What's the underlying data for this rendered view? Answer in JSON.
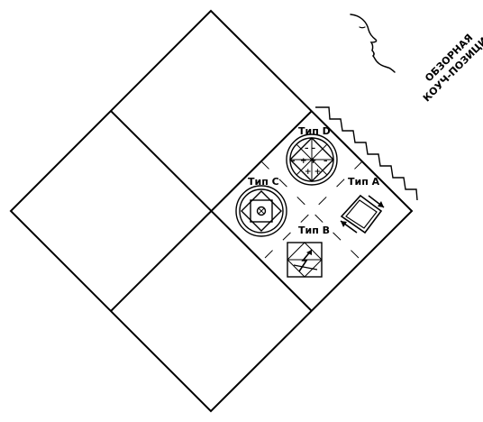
{
  "caption": {
    "line1": "ОБЗОРНАЯ",
    "line2": "КОУЧ-ПОЗИЦИЯ"
  },
  "quadrants": {
    "type_a": {
      "label": "Тип A",
      "icon": "rotating-square-icon"
    },
    "type_b": {
      "label": "Тип B",
      "icon": "cross-arrow-square-icon"
    },
    "type_c": {
      "label": "Тип C",
      "icon": "target-circle-icon"
    },
    "type_d": {
      "label": "Тип D",
      "icon": "plus-minus-circle-icon"
    }
  },
  "symbols": {
    "plus_plus": "+ +",
    "minus": "–",
    "minus_minus": "– –",
    "plus": "+"
  },
  "decor": {
    "observer": "face-profile-icon",
    "edge": "zigzag-boundary"
  }
}
